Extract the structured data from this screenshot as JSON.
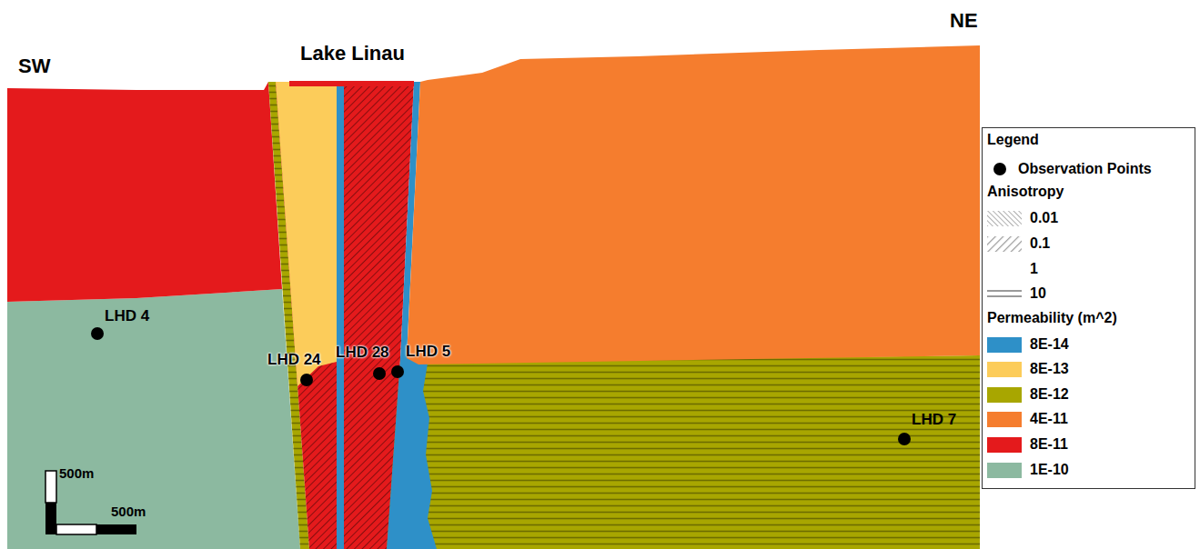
{
  "diagram": {
    "labels": [
      "SW",
      "Lake Linau",
      "NE",
      "LHD 4",
      "LHD 24",
      "LHD 28",
      "LHD 5",
      "LHD 7",
      "500m",
      "500m",
      "Legend",
      "Anisotropy",
      "Permeability (m^2)"
    ],
    "legend": [
      {
        "text": "Observation Points"
      },
      {
        "text": "0.01"
      },
      {
        "text": "0.1"
      },
      {
        "text": "1"
      },
      {
        "text": "10"
      },
      {
        "text": "8E-14",
        "color": "#2e90c8"
      },
      {
        "text": "8E-13",
        "color": "#fccc5a"
      },
      {
        "text": "8E-12",
        "color": "#a8a600"
      },
      {
        "text": "4E-11",
        "color": "#f57d2e"
      },
      {
        "text": "8E-11",
        "color": "#e41a1c"
      },
      {
        "text": "1E-10",
        "color": "#8cb9a0"
      }
    ]
  }
}
